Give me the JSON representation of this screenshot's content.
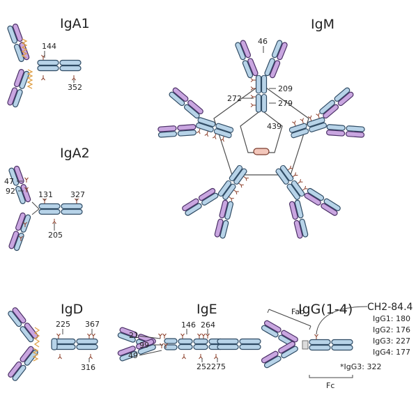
{
  "igA1": {
    "title": "IgA1",
    "sites": [
      "144",
      "352"
    ]
  },
  "igA2": {
    "title": "IgA2",
    "sites": [
      "47",
      "92",
      "131",
      "327",
      "205"
    ]
  },
  "igM": {
    "title": "IgM",
    "sites": [
      "46",
      "272",
      "209",
      "279",
      "439"
    ]
  },
  "igD": {
    "title": "IgD",
    "sites": [
      "225",
      "367",
      "316"
    ]
  },
  "igE": {
    "title": "IgE",
    "sites": [
      "146",
      "264",
      "21",
      "99",
      "49",
      "252",
      "275"
    ]
  },
  "igG": {
    "title": "IgG(1-4)",
    "fab": "Fab",
    "fc": "Fc",
    "ch2": "CH2-84.4",
    "subclasses": [
      "IgG1: 180",
      "IgG2: 176",
      "IgG3: 227",
      "IgG4: 177"
    ],
    "note": "*IgG3: 322"
  },
  "colors": {
    "heavy": "#b7d3e8",
    "light": "#c9a6e0",
    "j_chain": "#f3c7bb",
    "hinge": "#e0a24a"
  }
}
